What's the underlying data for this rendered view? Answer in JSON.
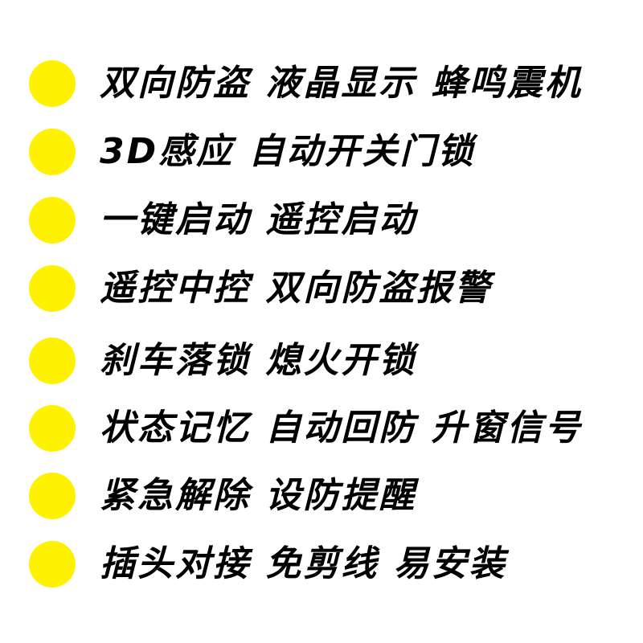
{
  "colors": {
    "bullet": "#fff200",
    "text": "#000000",
    "background": "#ffffff"
  },
  "features": [
    {
      "text": "双向防盗 液晶显示 蜂鸣震机"
    },
    {
      "text": "3D感应 自动开关门锁"
    },
    {
      "text": "一键启动 遥控启动"
    },
    {
      "text": "遥控中控 双向防盗报警"
    },
    {
      "text": "刹车落锁 熄火开锁"
    },
    {
      "text": "状态记忆 自动回防 升窗信号"
    },
    {
      "text": "紧急解除 设防提醒"
    },
    {
      "text": "插头对接 免剪线 易安装"
    }
  ]
}
